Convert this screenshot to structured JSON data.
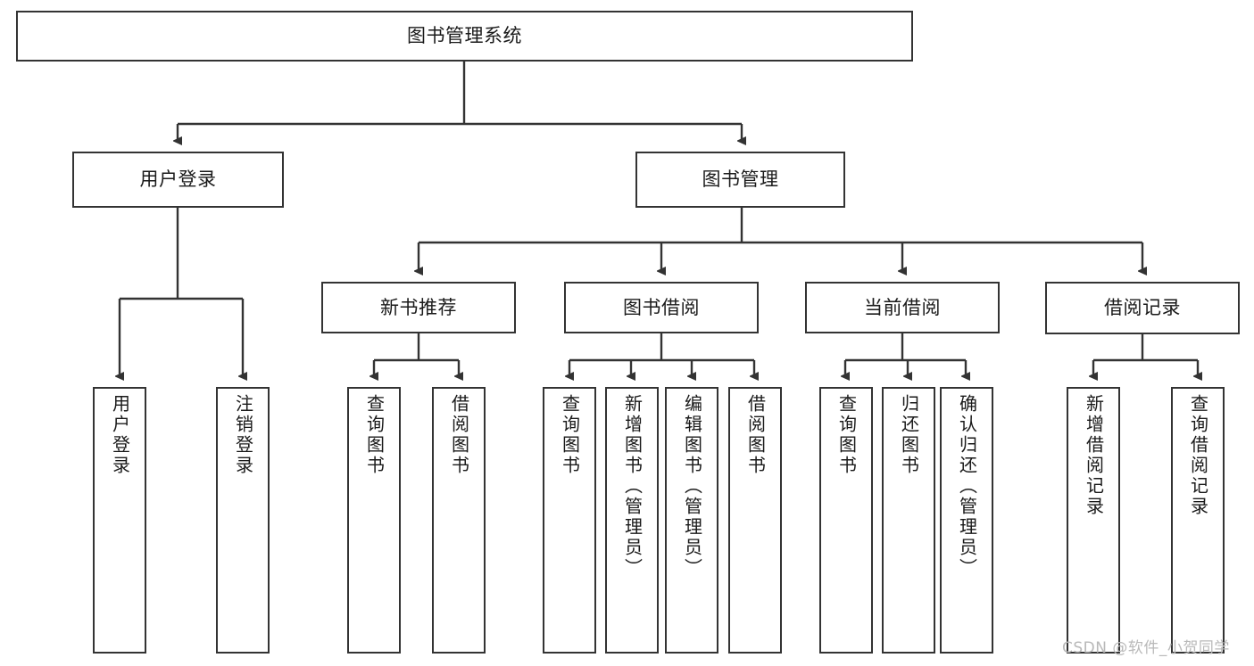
{
  "diagram": {
    "title": "图书管理系统",
    "type": "tree-hierarchy-chart",
    "colors": {
      "box_border": "#333333",
      "box_fill": "#ffffff",
      "edge": "#333333",
      "text": "#1a1a1a",
      "watermark": "#b9b9b9",
      "background": "#ffffff"
    },
    "watermark": "CSDN @软件_小贺同学"
  },
  "nodes": {
    "root": {
      "label": "图书管理系统"
    },
    "level2": [
      {
        "label": "用户登录"
      },
      {
        "label": "图书管理"
      }
    ],
    "level3": [
      {
        "label": "新书推荐"
      },
      {
        "label": "图书借阅"
      },
      {
        "label": "当前借阅"
      },
      {
        "label": "借阅记录"
      }
    ],
    "leaves": {
      "user_login": [
        {
          "label": "用户登录"
        },
        {
          "label": "注销登录"
        }
      ],
      "new_book_recommend": [
        {
          "label": "查询图书"
        },
        {
          "label": "借阅图书"
        }
      ],
      "book_borrow": [
        {
          "label": "查询图书"
        },
        {
          "label": "新增图书（管理员）"
        },
        {
          "label": "编辑图书（管理员）"
        },
        {
          "label": "借阅图书"
        }
      ],
      "current_borrow": [
        {
          "label": "查询图书"
        },
        {
          "label": "归还图书"
        },
        {
          "label": "确认归还（管理员）"
        }
      ],
      "borrow_records": [
        {
          "label": "新增借阅记录"
        },
        {
          "label": "查询借阅记录"
        }
      ]
    }
  }
}
